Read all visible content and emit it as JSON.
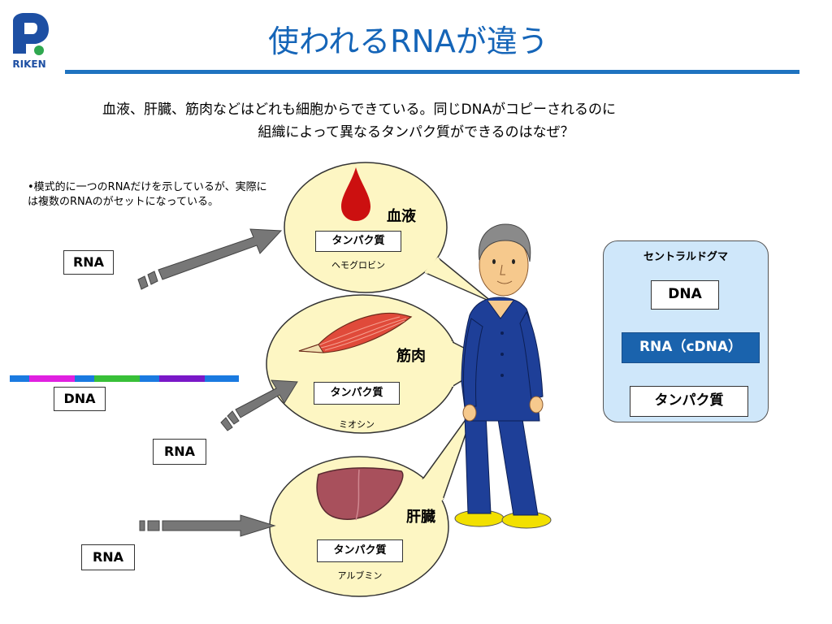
{
  "header": {
    "title": "使われるRNAが違う",
    "logo_text": "RIKEN"
  },
  "question": {
    "line1": "血液、肝臓、筋肉などはどれも細胞からできている。同じDNAがコピーされるのに",
    "line2": "組織によって異なるタンパク質ができるのはなぜ？"
  },
  "note": "•模式的に一つのRNAだけを示しているが、実際には複数のRNAのがセットになっている。",
  "labels": {
    "dna": "DNA",
    "rna_1": "RNA",
    "rna_2": "RNA",
    "rna_3": "RNA"
  },
  "bubbles": [
    {
      "organ": "血液",
      "protein_box": "タンパク質",
      "protein_name": "ヘモグロビン"
    },
    {
      "organ": "筋肉",
      "protein_box": "タンパク質",
      "protein_name": "ミオシン"
    },
    {
      "organ": "肝臓",
      "protein_box": "タンパク質",
      "protein_name": "アルブミン"
    }
  ],
  "dogma": {
    "title": "セントラルドグマ",
    "step1": "DNA",
    "step2": "RNA（cDNA）",
    "step3": "タンパク質"
  },
  "colors": {
    "title": "#1565b8",
    "bubble_fill": "#fdf6c3",
    "dogma_bg": "#cfe7fa",
    "dogma_rna": "#1a63ad",
    "blood": "#cc1010",
    "muscle": "#e04a3a",
    "liver": "#a8505c",
    "suit": "#1e3f98",
    "shoes": "#f2e000"
  },
  "dna_strip_colors": [
    "#1a7ae0",
    "#e020e0",
    "#1a7ae0",
    "#38c038",
    "#1a7ae0",
    "#7a18c8",
    "#1a7ae0"
  ]
}
